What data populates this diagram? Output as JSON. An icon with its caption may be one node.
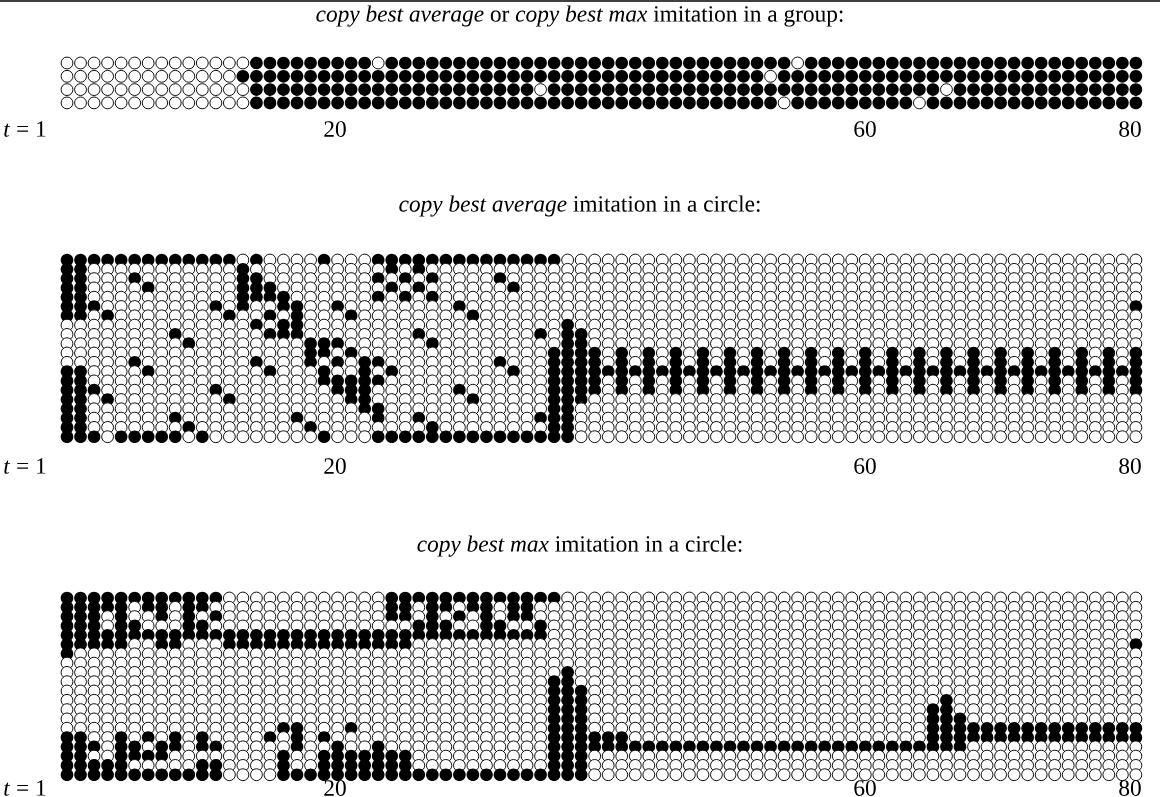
{
  "diagram": {
    "labels": [
      "*copy best average* or *copy best max* imitation in a group:",
      "*t* = 1",
      "20",
      "60",
      "80",
      "*copy best average* imitation in a circle:",
      "*t* = 1",
      "20",
      "60",
      "80",
      "*copy best max* imitation in a circle:",
      "*t* = 1",
      "20",
      "60",
      "80"
    ]
  }
}
